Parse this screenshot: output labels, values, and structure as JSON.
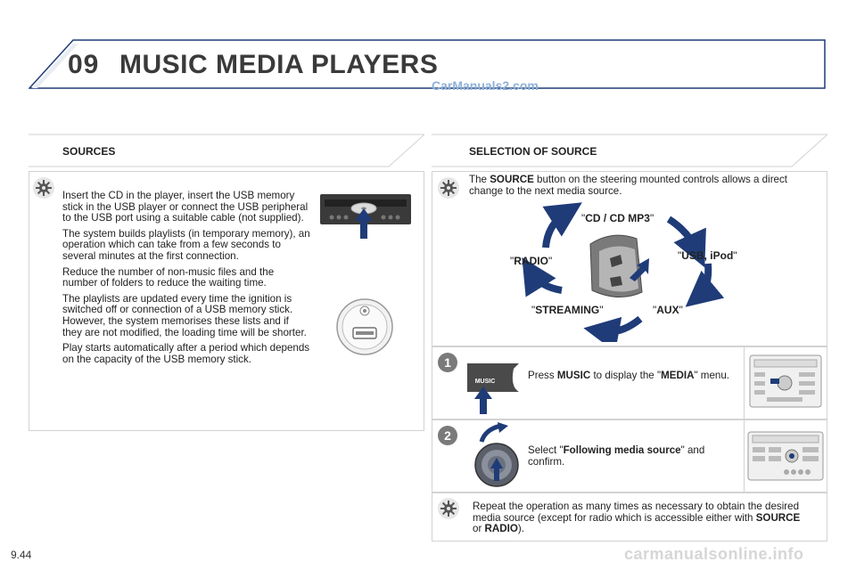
{
  "header": {
    "chapter_number": "09",
    "chapter_title": "MUSIC MEDIA PLAYERS",
    "watermark": "CarManuals2.com"
  },
  "sources": {
    "heading": "SOURCES",
    "paragraphs": [
      "Insert the CD in the player, insert the USB memory stick in the USB player or connect the USB peripheral to the USB port using a suitable cable (not supplied).",
      "The system builds playlists (in temporary memory), an operation which can take from a few seconds to several minutes at the first connection.",
      "Reduce the number of non-music files and the number of folders to reduce the waiting time.",
      "The playlists are updated every time the ignition is switched off or connection of a USB memory stick. However, the system memorises these lists and if they are not modified, the loading time will be shorter.",
      "Play starts automatically after a period which depends on the capacity of the USB memory stick."
    ]
  },
  "selection": {
    "heading": "SELECTION OF SOURCE",
    "intro_before": "The ",
    "intro_kw": "SOURCE",
    "intro_after": " button on the steering mounted controls allows a direct change to the next media source.",
    "cycle": {
      "cd": "CD / CD MP3",
      "usb": "USB, iPod",
      "aux": "AUX",
      "streaming": "STREAMING",
      "radio": "RADIO"
    },
    "quote": "\"",
    "step1": {
      "number": "1",
      "before": "Press ",
      "kw1": "MUSIC",
      "middle": " to display the \"",
      "kw2": "MEDIA",
      "after": "\" menu.",
      "button_label": "MUSIC"
    },
    "step2": {
      "number": "2",
      "before": "Select \"",
      "kw": "Following media source",
      "after": "\" and confirm."
    },
    "repeat": {
      "before": "Repeat the operation as many times as necessary to obtain the desired media source (except for radio which is accessible either with ",
      "kw1": "SOURCE",
      "middle": " or ",
      "kw2": "RADIO",
      "after": ")."
    }
  },
  "footer": {
    "page_number": "9.44",
    "site": "carmanualsonline.info"
  },
  "colors": {
    "accent": "#1f3c78",
    "border": "#d2d2d2",
    "title": "#3a3a3a"
  }
}
